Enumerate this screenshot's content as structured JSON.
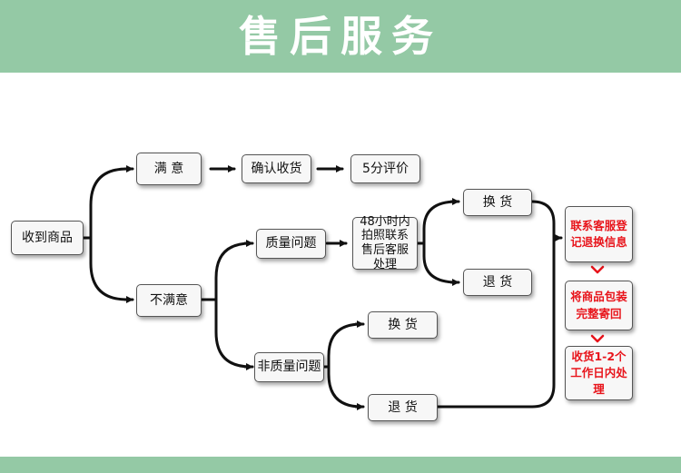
{
  "header": {
    "title": "售后服务"
  },
  "nodes": {
    "received": "收到商品",
    "satisfied": "满 意",
    "confirm_receipt": "确认收货",
    "rating": "5分评价",
    "unsatisfied": "不满意",
    "quality_issue": "质量问题",
    "contact_48h": "48小时内拍照联系售后客服处理",
    "exchange_a": "换 货",
    "return_a": "退 货",
    "non_quality_issue": "非质量问题",
    "exchange_b": "换 货",
    "return_b": "退 货",
    "step1": "联系客服登记退换信息",
    "step2": "将商品包装完整寄回",
    "step3": "收货1-2个工作日内处理"
  },
  "colors": {
    "banner": "#94c9a5",
    "accent_red": "#e8141b"
  }
}
